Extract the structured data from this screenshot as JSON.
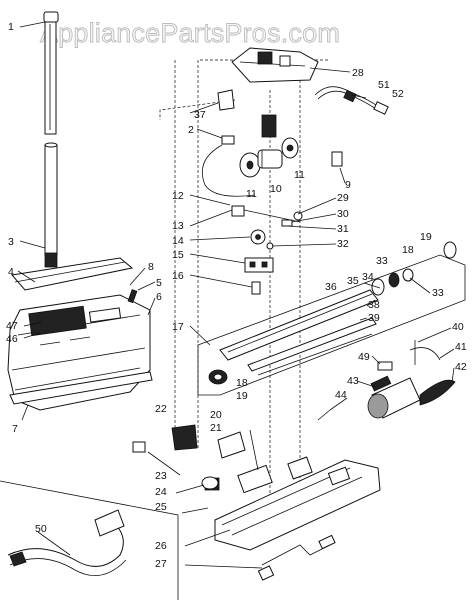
{
  "watermark": "AppliancePartsPros.com",
  "part_labels": [
    "1",
    "2",
    "3",
    "4",
    "5",
    "6",
    "7",
    "8",
    "9",
    "10",
    "11",
    "11",
    "12",
    "13",
    "14",
    "15",
    "16",
    "17",
    "18",
    "18",
    "19",
    "19",
    "20",
    "21",
    "22",
    "23",
    "24",
    "25",
    "26",
    "27",
    "28",
    "29",
    "30",
    "31",
    "32",
    "33",
    "33",
    "34",
    "35",
    "36",
    "37",
    "38",
    "39",
    "40",
    "41",
    "42",
    "43",
    "44",
    "46",
    "47",
    "49",
    "50",
    "51",
    "52"
  ]
}
